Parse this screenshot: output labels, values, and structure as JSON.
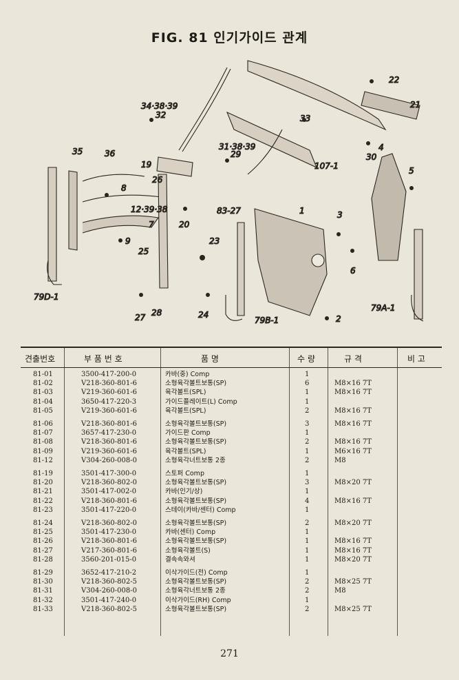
{
  "figure": {
    "title": "FIG. 81 인기가이드 관계",
    "callouts": [
      "22",
      "21",
      "34·38·39",
      "32",
      "33",
      "4",
      "35",
      "36",
      "8",
      "31·38·39",
      "29",
      "19",
      "26",
      "12·39·38",
      "7",
      "20",
      "107-1",
      "30",
      "5",
      "9",
      "25",
      "83-27",
      "23",
      "1",
      "3",
      "6",
      "79D-1",
      "27",
      "28",
      "24",
      "79B-1",
      "2",
      "79A-1"
    ]
  },
  "table": {
    "headers": {
      "index": "견출번호",
      "part_no": "부 품 번 호",
      "name": "품 명",
      "qty": "수 량",
      "spec": "규 격",
      "remarks": "비 고"
    },
    "rows": [
      {
        "index": "81-01",
        "part_no": "3500-417-200-0",
        "name": "카바(중) Comp",
        "qty": "1",
        "spec": ""
      },
      {
        "index": "81-02",
        "part_no": "V218-360-801-6",
        "name": "소형육각볼트보통(SP)",
        "qty": "6",
        "spec": "M8×16 7T"
      },
      {
        "index": "81-03",
        "part_no": "V219-360-601-6",
        "name": "육각볼트(SPL)",
        "qty": "1",
        "spec": "M8×16 7T"
      },
      {
        "index": "81-04",
        "part_no": "3650-417-220-3",
        "name": "가이드플레이트(L) Comp",
        "qty": "1",
        "spec": ""
      },
      {
        "index": "81-05",
        "part_no": "V219-360-601-6",
        "name": "육각볼트(SPL)",
        "qty": "2",
        "spec": "M8×16 7T"
      },
      {
        "index": "81-06",
        "part_no": "V218-360-801-6",
        "name": "소형육각볼트보통(SP)",
        "qty": "3",
        "spec": "M8×16 7T"
      },
      {
        "index": "81-07",
        "part_no": "3657-417-230-0",
        "name": "가이드판 Comp",
        "qty": "1",
        "spec": ""
      },
      {
        "index": "81-08",
        "part_no": "V218-360-801-6",
        "name": "소형육각볼트보통(SP)",
        "qty": "2",
        "spec": "M8×16 7T"
      },
      {
        "index": "81-09",
        "part_no": "V219-360-601-6",
        "name": "육각볼트(SPL)",
        "qty": "1",
        "spec": "M6×16 7T"
      },
      {
        "index": "81-12",
        "part_no": "V304-260-008-0",
        "name": "소형육각너트보통 2종",
        "qty": "2",
        "spec": "M8"
      },
      {
        "index": "81-19",
        "part_no": "3501-417-300-0",
        "name": "스토퍼 Comp",
        "qty": "1",
        "spec": ""
      },
      {
        "index": "81-20",
        "part_no": "V218-360-802-0",
        "name": "소형육각볼트보통(SP)",
        "qty": "3",
        "spec": "M8×20 7T"
      },
      {
        "index": "81-21",
        "part_no": "3501-417-002-0",
        "name": "카바(인기/상)",
        "qty": "1",
        "spec": ""
      },
      {
        "index": "81-22",
        "part_no": "V218-360-801-6",
        "name": "소형육각볼트보통(SP)",
        "qty": "4",
        "spec": "M8×16 7T"
      },
      {
        "index": "81-23",
        "part_no": "3501-417-220-0",
        "name": "스테이(카바/센터) Comp",
        "qty": "1",
        "spec": ""
      },
      {
        "index": "81-24",
        "part_no": "V218-360-802-0",
        "name": "소형육각볼트보통(SP)",
        "qty": "2",
        "spec": "M8×20 7T"
      },
      {
        "index": "81-25",
        "part_no": "3501-417-230-0",
        "name": "카바(센터) Comp",
        "qty": "1",
        "spec": ""
      },
      {
        "index": "81-26",
        "part_no": "V218-360-801-6",
        "name": "소형육각볼트보통(SP)",
        "qty": "1",
        "spec": "M8×16 7T"
      },
      {
        "index": "81-27",
        "part_no": "V217-360-801-6",
        "name": "소형육각볼트(S)",
        "qty": "1",
        "spec": "M8×16 7T"
      },
      {
        "index": "81-28",
        "part_no": "3560-201-015-0",
        "name": "결속속와셔",
        "qty": "1",
        "spec": "M8×20 7T"
      },
      {
        "index": "81-29",
        "part_no": "3652-417-210-2",
        "name": "이삭가이드(전) Comp",
        "qty": "1",
        "spec": ""
      },
      {
        "index": "81-30",
        "part_no": "V218-360-802-5",
        "name": "소형육각볼트보통(SP)",
        "qty": "2",
        "spec": "M8×25 7T"
      },
      {
        "index": "81-31",
        "part_no": "V304-260-008-0",
        "name": "소형육각너트보통 2종",
        "qty": "2",
        "spec": "M8"
      },
      {
        "index": "81-32",
        "part_no": "3501-417-240-0",
        "name": "이삭가이드(RH) Comp",
        "qty": "1",
        "spec": ""
      },
      {
        "index": "81-33",
        "part_no": "V218-360-802-5",
        "name": "소형육각볼트보통(SP)",
        "qty": "2",
        "spec": "M8×25 7T"
      }
    ]
  },
  "page_number": "271"
}
